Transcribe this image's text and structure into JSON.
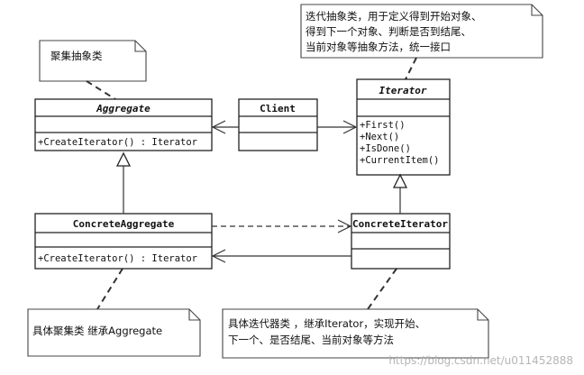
{
  "classes": {
    "aggregate": {
      "name": "Aggregate",
      "methods": [
        "+CreateIterator() : Iterator"
      ]
    },
    "client": {
      "name": "Client"
    },
    "iterator": {
      "name": "Iterator",
      "methods": [
        "+First()",
        "+Next()",
        "+IsDone()",
        "+CurrentItem()"
      ]
    },
    "concrete_aggregate": {
      "name": "ConcreteAggregate",
      "methods": [
        "+CreateIterator() : Iterator"
      ]
    },
    "concrete_iterator": {
      "name": "ConcreteIterator"
    }
  },
  "notes": {
    "iterator_note": [
      "迭代抽象类，用于定义得到开始对象、",
      "得到下一个对象、判断是否到结尾、",
      "当前对象等抽象方法，统一接口"
    ],
    "aggregate_note": [
      "聚集抽象类"
    ],
    "concrete_aggregate_note": [
      "具体聚集类 继承Aggregate"
    ],
    "concrete_iterator_note": [
      "具体迭代器类 ，继承Iterator，实现开始、",
      "下一个、是否结尾、当前对象等方法"
    ]
  },
  "watermark": "https://blog.csdn.net/u011452888"
}
